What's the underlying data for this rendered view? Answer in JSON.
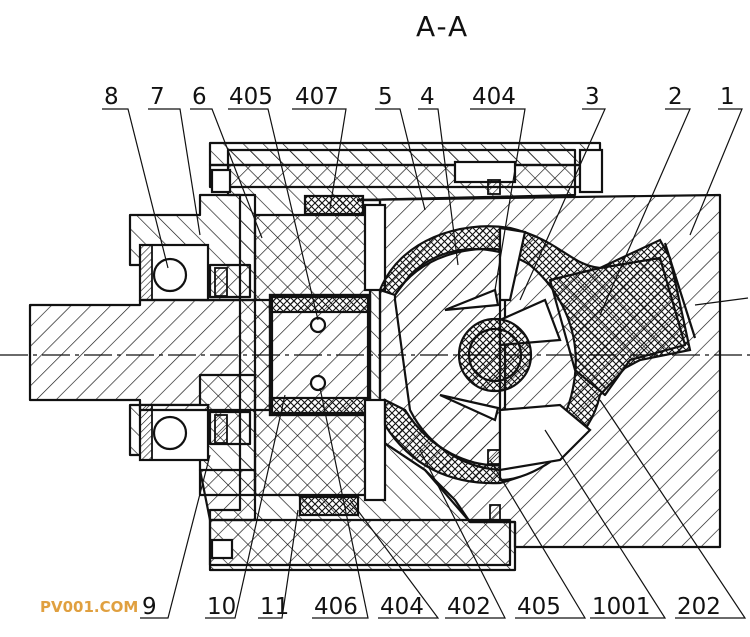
{
  "title": "A-A",
  "watermark": {
    "text": "PV001.COM",
    "color": "#e0a040"
  },
  "top_labels": [
    "8",
    "7",
    "6",
    "405",
    "407",
    "5",
    "4",
    "404",
    "3",
    "2",
    "1"
  ],
  "bottom_labels": [
    "9",
    "10",
    "11",
    "406",
    "404",
    "402",
    "405",
    "1001",
    "202"
  ],
  "colors": {
    "ink": "#111111",
    "background": "#ffffff"
  }
}
